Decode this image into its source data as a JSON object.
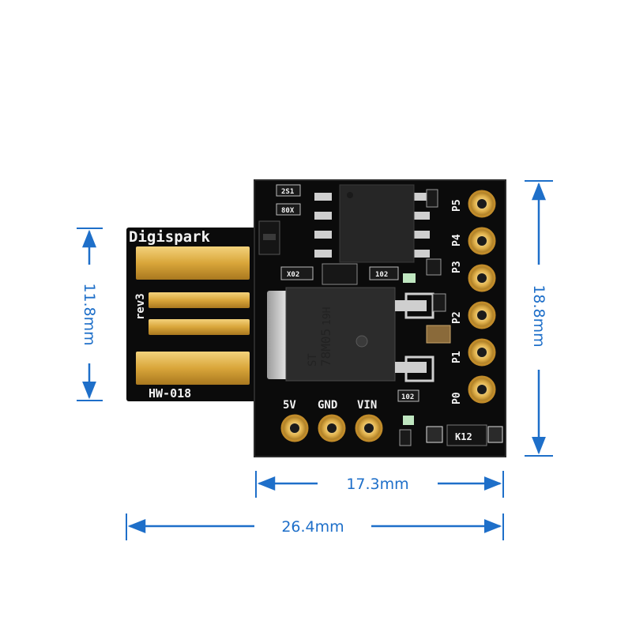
{
  "board": {
    "name_text": "Digispark",
    "revision_text": "rev3",
    "model_text": "HW-018",
    "power_pins": [
      "5V",
      "GND",
      "VIN"
    ],
    "io_pins": [
      "P5",
      "P4",
      "P3",
      "P2",
      "P1",
      "P0"
    ],
    "component_codes": {
      "r1": "2S1",
      "r2": "80X",
      "r3": "X02",
      "r4": "102",
      "r5": "102",
      "diode": "K12"
    },
    "regulator_text": "78M05",
    "regulator_text2": "19H",
    "regulator_logo": "ST"
  },
  "dimensions": {
    "usb_height": "11.8mm",
    "board_height": "18.8mm",
    "board_width": "17.3mm",
    "total_width": "26.4mm"
  },
  "colors": {
    "pcb": "#0b0b0b",
    "gold": "#d9a63a",
    "dimension": "#1e6fc9",
    "silkscreen": "#f2f2f2"
  }
}
